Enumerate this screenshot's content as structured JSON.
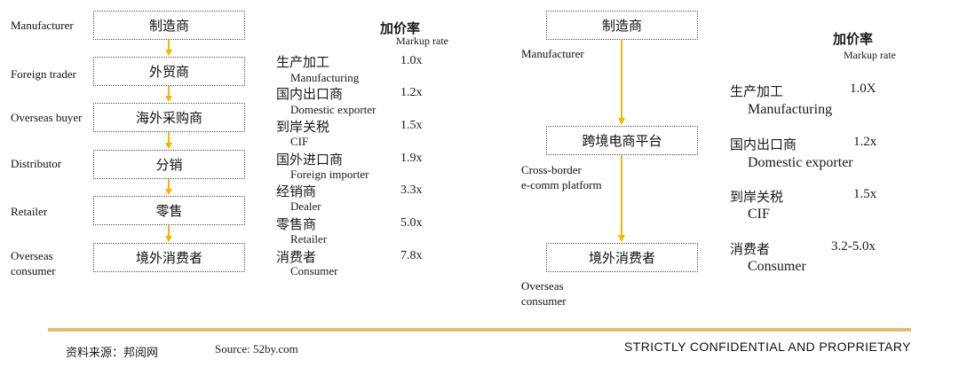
{
  "left_chain": {
    "steps": [
      {
        "en": "Manufacturer",
        "cn": "制造商"
      },
      {
        "en": "Foreign trader",
        "cn": "外贸商"
      },
      {
        "en": "Overseas buyer",
        "cn": "海外采购商"
      },
      {
        "en": "Distributor",
        "cn": "分销"
      },
      {
        "en": "Retailer",
        "cn": "零售"
      },
      {
        "en": "Overseas\nconsumer",
        "cn": "境外消费者"
      }
    ]
  },
  "left_markup": {
    "header_cn": "加价率",
    "header_en": "Markup rate",
    "rows": [
      {
        "cn": "生产加工",
        "en": "Manufacturing",
        "value": "1.0x"
      },
      {
        "cn": "国内出口商",
        "en": "Domestic exporter",
        "value": "1.2x"
      },
      {
        "cn": "到岸关税",
        "en": "CIF",
        "value": "1.5x"
      },
      {
        "cn": "国外进口商",
        "en": "Foreign importer",
        "value": "1.9x"
      },
      {
        "cn": "经销商",
        "en": "Dealer",
        "value": "3.3x"
      },
      {
        "cn": "零售商",
        "en": "Retailer",
        "value": "5.0x"
      },
      {
        "cn": "消费者",
        "en": "Consumer",
        "value": "7.8x"
      }
    ]
  },
  "right_chain": {
    "manufacturer_cn": "制造商",
    "manufacturer_en": "Manufacturer",
    "platform_cn": "跨境电商平台",
    "platform_en": "Cross-border\ne-comm platform",
    "consumer_cn": "境外消费者",
    "consumer_en": "Overseas\nconsumer"
  },
  "right_markup": {
    "header_cn": "加价率",
    "header_en": "Markup rate",
    "rows": [
      {
        "cn": "生产加工",
        "en": "Manufacturing",
        "value": "1.0X"
      },
      {
        "cn": "国内出口商",
        "en": "Domestic exporter",
        "value": "1.2x"
      },
      {
        "cn": "到岸关税",
        "en": "CIF",
        "value": "1.5x"
      },
      {
        "cn": "消费者",
        "en": "Consumer",
        "value": "3.2-5.0x"
      }
    ]
  },
  "footer": {
    "source_cn": "资料来源：邦阅网",
    "source_en": "Source: 52by.com",
    "confidential": "STRICTLY CONFIDENTIAL AND PROPRIETARY"
  },
  "colors": {
    "arrow": "#f2b600",
    "rule": "#e2c16a"
  }
}
